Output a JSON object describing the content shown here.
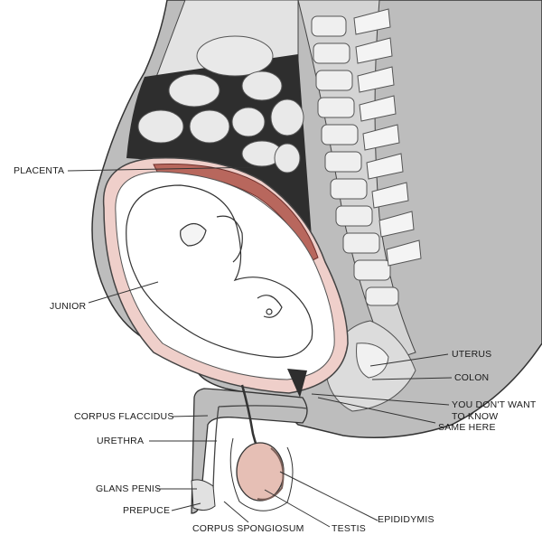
{
  "labels": {
    "placenta": "PLACENTA",
    "junior": "JUNIOR",
    "uterus": "UTERUS",
    "colon": "COLON",
    "you_dont_want": "YOU DON'T WANT",
    "to_know": "TO KNOW",
    "same_here": "SAME HERE",
    "corpus_flaccidus": "CORPUS FLACCIDUS",
    "urethra": "URETHRA",
    "glans_penis": "GLANS PENIS",
    "prepuce": "PREPUCE",
    "corpus_spongiosum": "CORPUS SPONGIOSUM",
    "testis": "TESTIS",
    "epididymis": "EPIDIDYMIS"
  },
  "colors": {
    "body_gray": "#bdbdbd",
    "spine_gray": "#d4d4d4",
    "cavity_dark": "#2e2e2e",
    "uterus_pink": "#efcfca",
    "placenta_red": "#b8675d",
    "testis_pink": "#e6bfb5",
    "line": "#333333"
  }
}
